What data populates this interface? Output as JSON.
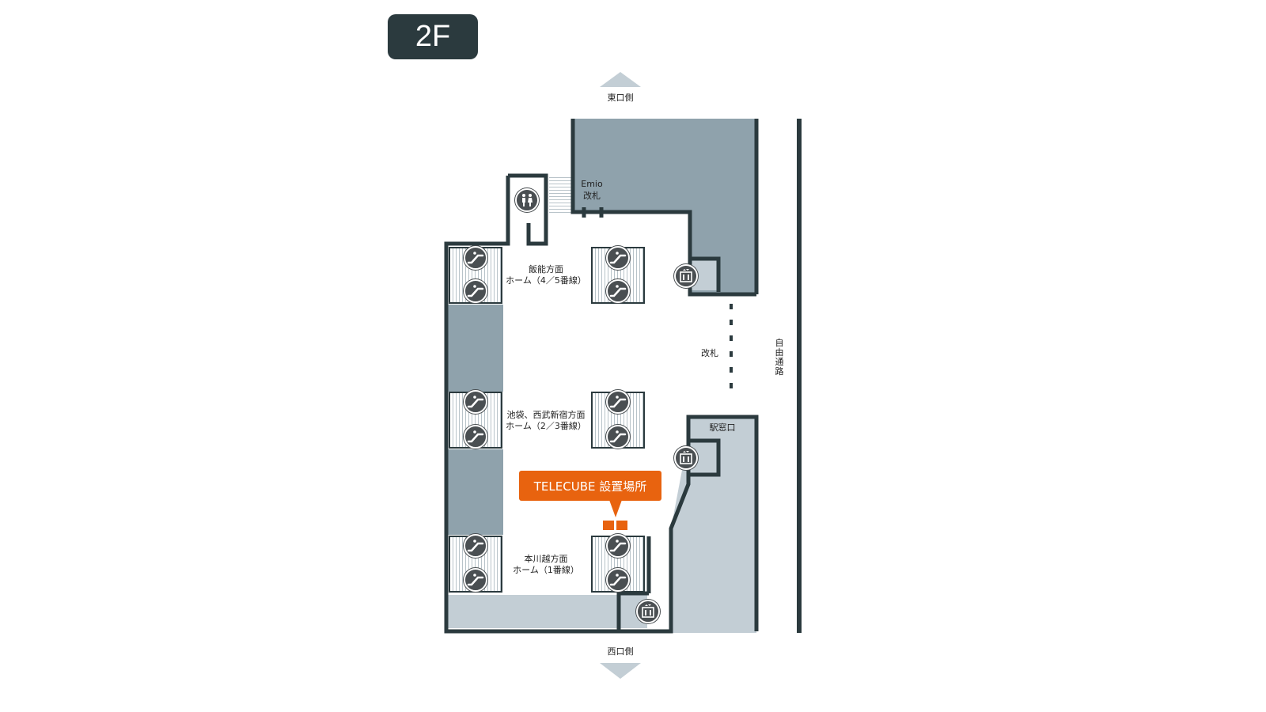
{
  "floor": "2F",
  "directions": {
    "north": "東口側",
    "south": "西口側"
  },
  "labels": {
    "emio": "Emio",
    "emio_gate": "改札",
    "gate": "改札",
    "ticket_office": "駅窓口",
    "free_passage_chars": [
      "自",
      "由",
      "通",
      "路"
    ],
    "platform_top_1": "飯能方面",
    "platform_top_2": "ホーム（4／5番線）",
    "platform_mid_1": "池袋、西武新宿方面",
    "platform_mid_2": "ホーム（2／3番線）",
    "platform_bot_1": "本川越方面",
    "platform_bot_2": "ホーム（1番線）"
  },
  "callout": {
    "text": "TELECUBE 設置場所"
  },
  "colors": {
    "wall": "#2b3a3e",
    "dark_fill": "#8fa2ac",
    "light_fill": "#c3ced5",
    "accent": "#e8630f",
    "icon": "#4a4f52"
  },
  "icons": {
    "escalator": "escalator-icon",
    "elevator": "elevator-icon",
    "restroom": "restroom-icon"
  }
}
